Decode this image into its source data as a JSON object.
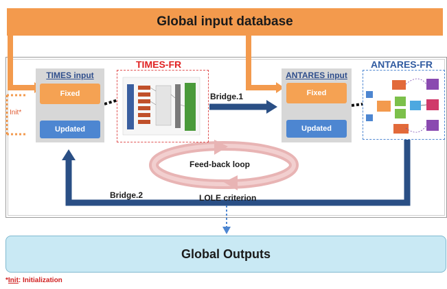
{
  "global_input": "Global input database",
  "times": {
    "input_title": "TIMES input",
    "fixed": "Fixed",
    "updated": "Updated",
    "model_title": "TIMES-FR"
  },
  "antares": {
    "input_title": "ANTARES input",
    "fixed": "Fixed",
    "updated": "Updated",
    "model_title": "ANTARES-FR"
  },
  "bridge1": "Bridge.1",
  "bridge2": "Bridge.2",
  "feedback": "Feed-back  loop",
  "lole": "LOLE criterion",
  "global_outputs": "Global Outputs",
  "init_label": "Init*",
  "footnote": {
    "star": "*",
    "word": "Init",
    "rest": ": Initialization"
  },
  "colors": {
    "orange": "#f39a4d",
    "dark_blue": "#2a4f85",
    "updated_blue": "#4d86d1",
    "red": "#e02020",
    "output_bg": "#c9e9f4"
  }
}
